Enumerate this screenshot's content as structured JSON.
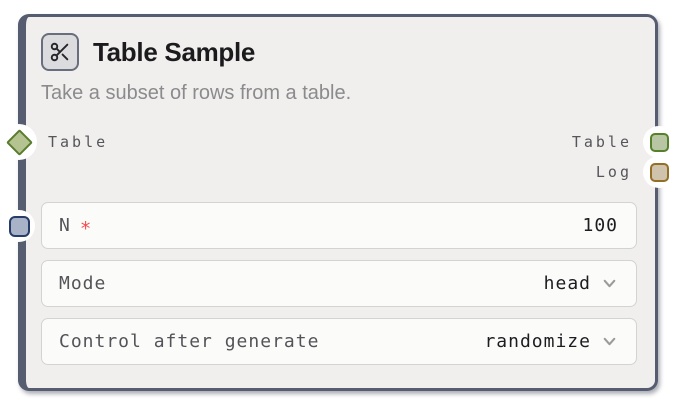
{
  "node": {
    "title": "Table Sample",
    "subtitle": "Take a subset of rows from a table.",
    "icon": "scissors-icon",
    "ports": {
      "input_table": {
        "label": "Table",
        "shape": "diamond",
        "fill": "#b5c390",
        "border": "#5a7c2d"
      },
      "input_n": {
        "shape": "square",
        "fill": "#a9b3c7",
        "border": "#273c68"
      },
      "output_table": {
        "label": "Table",
        "shape": "square",
        "fill": "#b9c6a4",
        "border": "#568029"
      },
      "output_log": {
        "label": "Log",
        "shape": "square",
        "fill": "#cfc3ab",
        "border": "#936f25"
      }
    },
    "fields": [
      {
        "label": "N",
        "required_marker": "*",
        "type": "number",
        "value": "100"
      },
      {
        "label": "Mode",
        "type": "select",
        "value": "head"
      },
      {
        "label": "Control after generate",
        "type": "select",
        "value": "randomize"
      }
    ],
    "colors": {
      "node_border": "#575d70",
      "node_background": "#f0efee",
      "field_background": "#fbfbfa",
      "field_border": "#d3d3d3",
      "required": "#f5494b",
      "value_text": "#1d1d20",
      "label_text": "#545458",
      "port_label_text": "#56565a",
      "chevron": "#9b9b9b"
    }
  }
}
